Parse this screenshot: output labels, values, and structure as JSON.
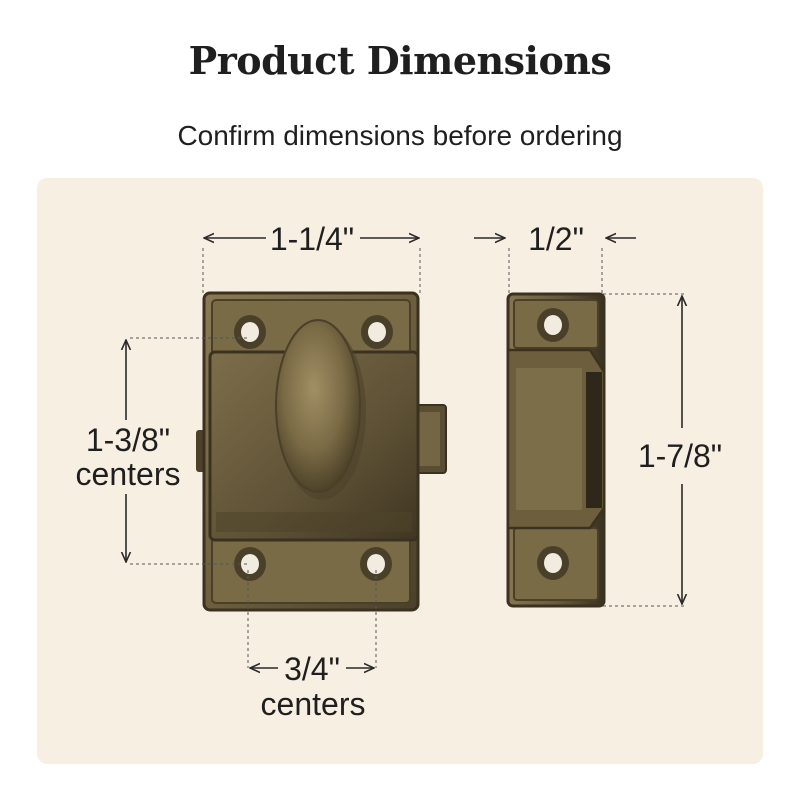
{
  "header": {
    "title": "Product Dimensions",
    "subtitle": "Confirm dimensions before ordering"
  },
  "dimensions": {
    "front_width": "1-1/4\"",
    "side_depth": "1/2\"",
    "mounting_height_value": "1-3/8\"",
    "mounting_height_note": "centers",
    "overall_height": "1-7/8\"",
    "mounting_width_value": "3/4\"",
    "mounting_width_note": "centers"
  },
  "colors": {
    "panel_background": "#f7efe2",
    "brass_base": "#7a6a45",
    "dimension_line": "#2a2a2a"
  }
}
